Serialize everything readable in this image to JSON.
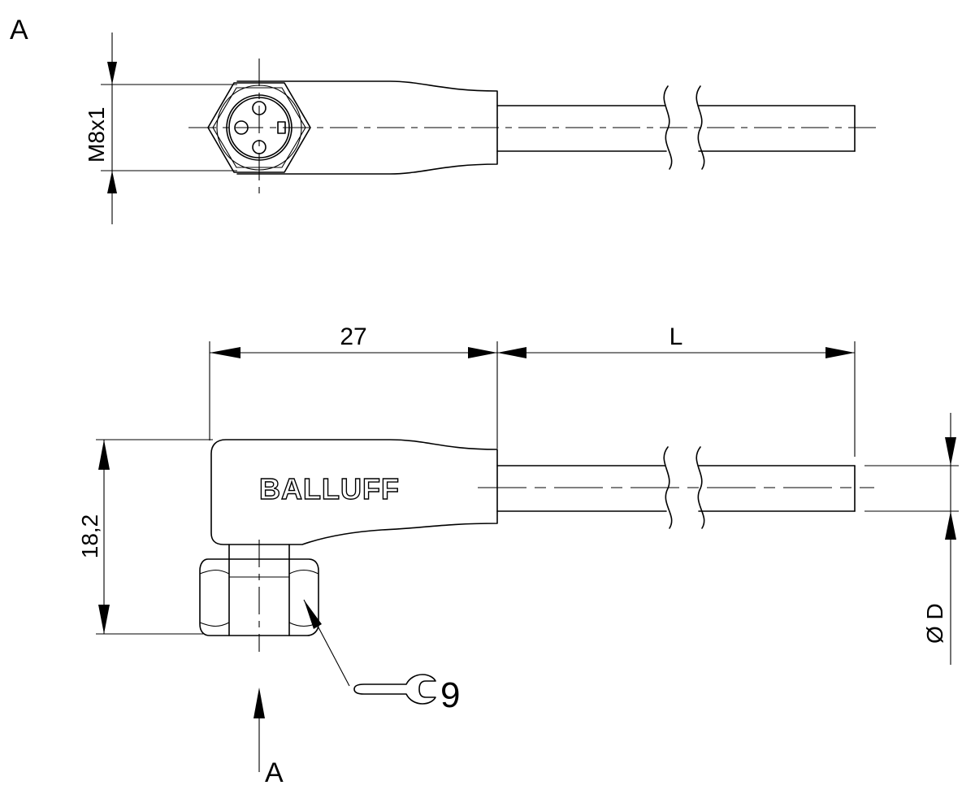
{
  "view_labels": {
    "view_top": "A",
    "view_arrow": "A"
  },
  "dimensions": {
    "thread": "M8x1",
    "length_head": "27",
    "length_cable": "L",
    "height": "18,2",
    "diameter": "Ø D",
    "wrench_size": "9"
  },
  "brand": {
    "logo_text": "BALLUFF"
  }
}
